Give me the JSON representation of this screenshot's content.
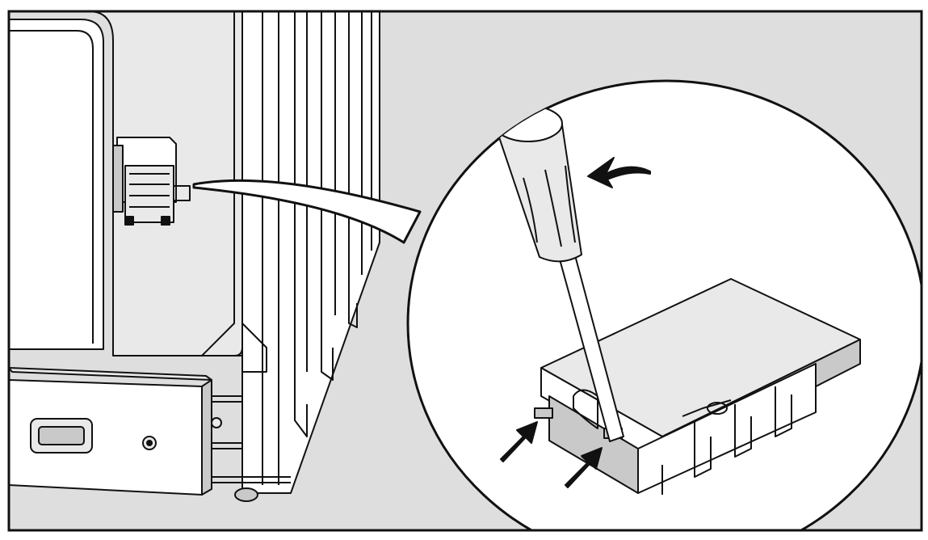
{
  "figure": {
    "kind": "installation-illustration",
    "background_color": "#dedede",
    "line_color": "#111111",
    "fill_light": "#ffffff",
    "fill_mid": "#e9e9e9",
    "fill_shade": "#c9c9c9",
    "arrow_color": "#111111"
  },
  "parts": {
    "appliance": "appliance-cabinet",
    "module_small": "control-module-on-cabinet",
    "callout": "magnified-callout-circle",
    "tool": "flat-screwdriver",
    "module_large": "control-module-detail",
    "arrows": [
      "rotate-arrow",
      "push-arrow-left-tab",
      "push-arrow-right-tab"
    ]
  }
}
